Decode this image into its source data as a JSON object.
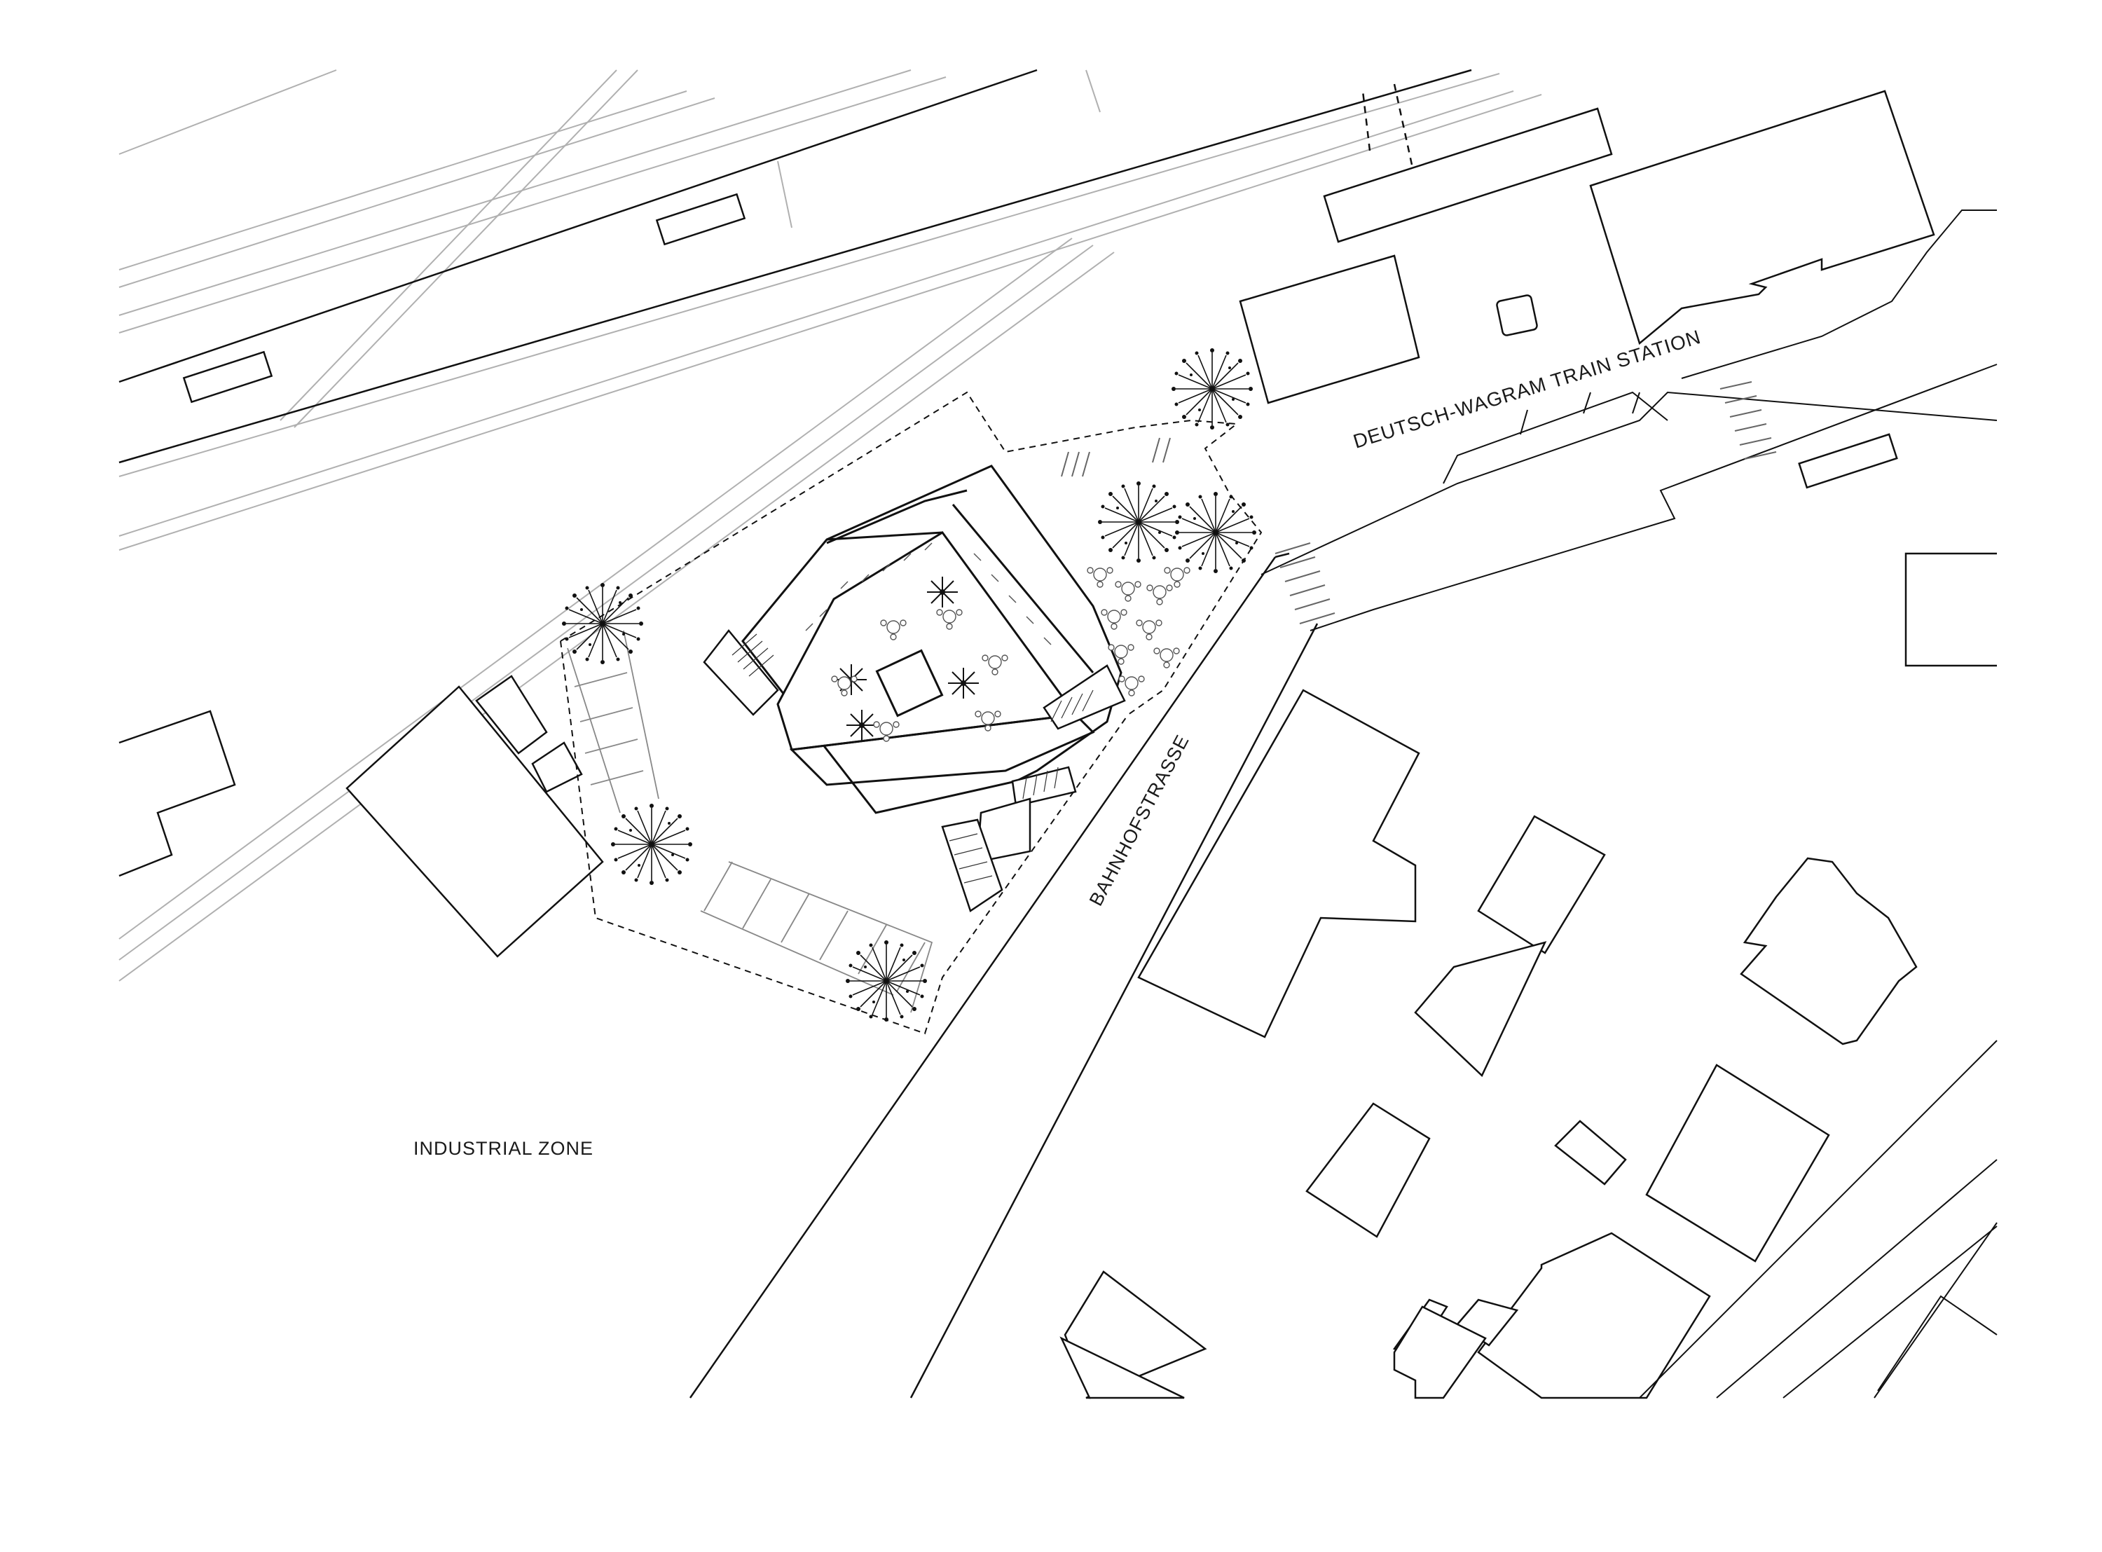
{
  "labels": {
    "station": "DEUTSCH-WAGRAM TRAIN STATION",
    "street": "BAHNHOFSTRASSE",
    "zone": "INDUSTRIAL ZONE"
  },
  "colors": {
    "line": "#111111",
    "track": "#b0b0b0",
    "background": "#ffffff"
  },
  "icons": {
    "tree": "tree-icon",
    "table": "table-icon"
  }
}
